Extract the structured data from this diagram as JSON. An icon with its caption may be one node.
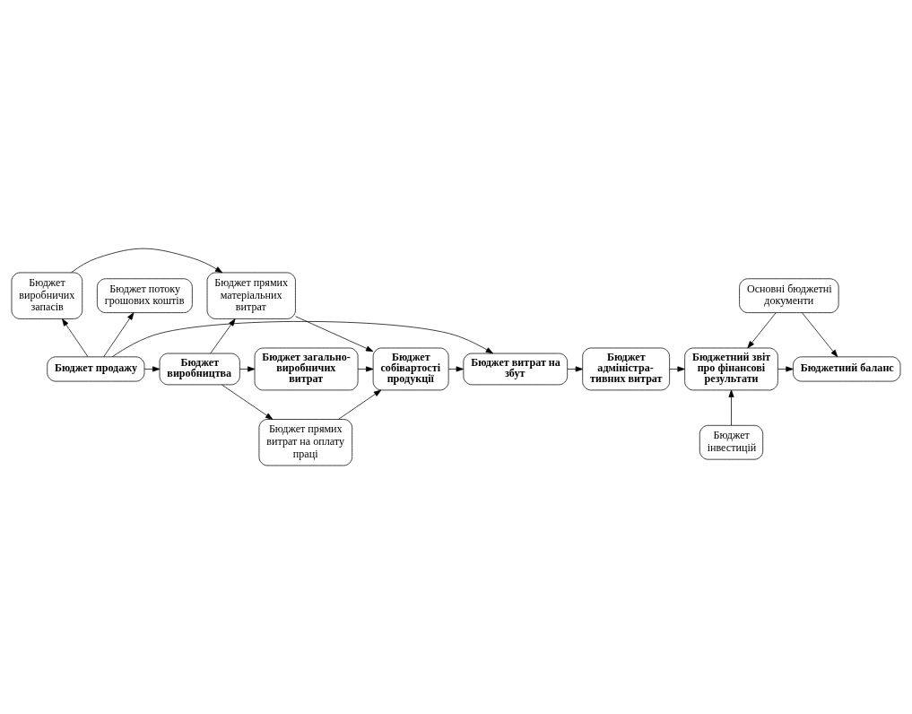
{
  "diagram": {
    "nodes": [
      {
        "text": [
          "Бюджет продажу"
        ]
      },
      {
        "text": [
          "Бюджет виробництва"
        ]
      },
      {
        "text": [
          "Бюджет виробничих запасів"
        ]
      },
      {
        "text": [
          "Бюджет прямих матеріальних витрат"
        ]
      },
      {
        "text": [
          "Бюджет загально- виробничих витрат"
        ]
      },
      {
        "text": [
          "Бюджет собівартості продукції"
        ]
      },
      {
        "text": [
          "Бюджет витрат на збут"
        ]
      },
      {
        "text": [
          "Бюджет адміністра- тивних витрат"
        ]
      },
      {
        "text": [
          "Бюджетний звіт про фінансові результати"
        ]
      },
      {
        "text": [
          "Бюджетний баланс"
        ]
      },
      {
        "text": [
          "Основні бюджетні документи"
        ]
      },
      {
        "text": [
          "Бюджет потоку грошових коштів"
        ]
      },
      {
        "text": [
          "Бюджет прямих витрат на оплату праці"
        ]
      },
      {
        "text": [
          "Бюджет інвестицій"
        ]
      }
    ],
    "edges": [
      {
        "from": 0,
        "to": 1,
        "arrow": "to"
      },
      {
        "from": 0,
        "to": 2,
        "arrow": "to"
      },
      {
        "from": 0,
        "to": 6,
        "arrow": "to"
      },
      {
        "from": 0,
        "to": 11,
        "arrow": "to"
      },
      {
        "from": 1,
        "to": 3,
        "arrow": "to"
      },
      {
        "from": 1,
        "to": 4,
        "arrow": "to"
      },
      {
        "from": 1,
        "to": 12,
        "arrow": "to"
      },
      {
        "from": 2,
        "to": 3,
        "arrow": "to"
      },
      {
        "from": 3,
        "to": 5,
        "arrow": "to"
      },
      {
        "from": 4,
        "to": 5,
        "arrow": "to"
      },
      {
        "from": 12,
        "to": 5,
        "arrow": "to"
      },
      {
        "from": 5,
        "to": 6,
        "arrow": "to"
      },
      {
        "from": 6,
        "to": 7,
        "arrow": "to"
      },
      {
        "from": 7,
        "to": 8,
        "arrow": "to"
      },
      {
        "from": 8,
        "to": 9,
        "arrow": "to"
      },
      {
        "from": 10,
        "to": 8,
        "arrow": "to"
      },
      {
        "from": 10,
        "to": 9,
        "arrow": "to"
      },
      {
        "from": 13,
        "to": 8,
        "arrow": "to"
      }
    ]
  }
}
